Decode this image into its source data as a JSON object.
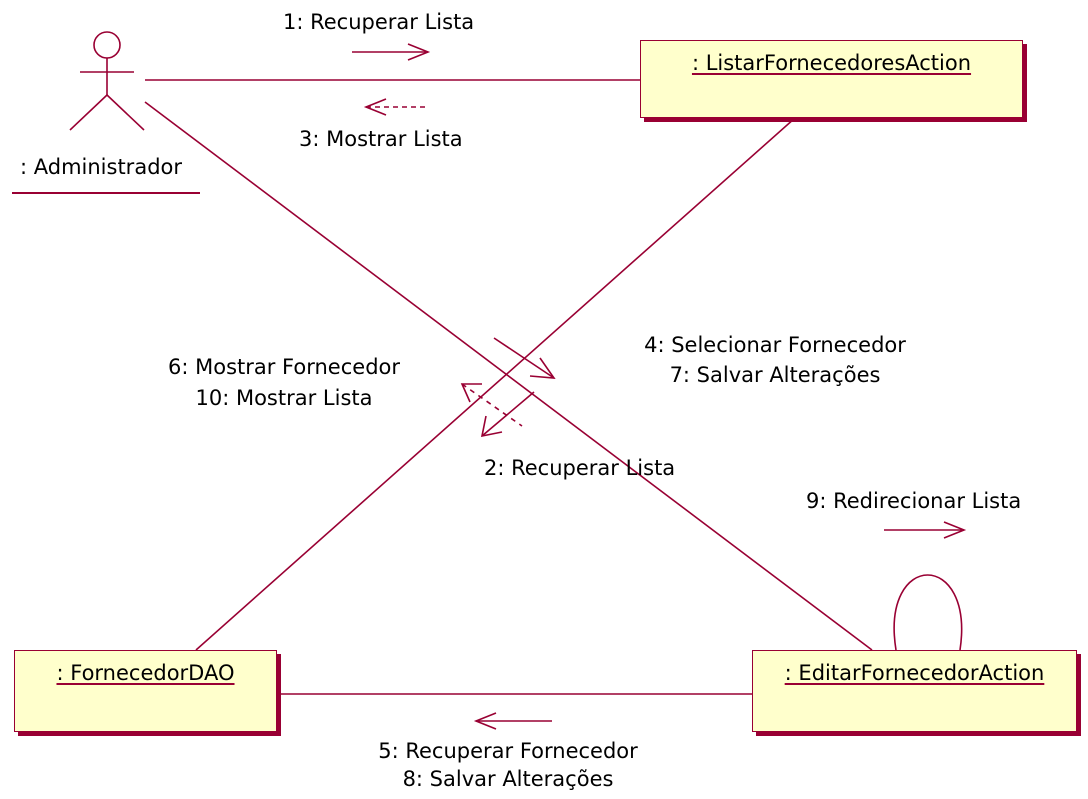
{
  "colors": {
    "line": "#990033",
    "box_fill": "#ffffcc",
    "text": "#000000",
    "background": "#ffffff"
  },
  "actor": {
    "label": ": Administrador"
  },
  "objects": {
    "listar": ": ListarFornecedoresAction",
    "dao": ": FornecedorDAO",
    "editar": ": EditarFornecedorAction"
  },
  "messages": {
    "m1": "1: Recuperar Lista",
    "m3": "3: Mostrar Lista",
    "m4": "4: Selecionar Fornecedor",
    "m7": "7: Salvar Alterações",
    "m6": "6: Mostrar Fornecedor",
    "m10": "10: Mostrar Lista",
    "m2": "2: Recuperar Lista",
    "m9": "9: Redirecionar Lista",
    "m5": "5: Recuperar Fornecedor",
    "m8": "8: Salvar Alterações"
  }
}
